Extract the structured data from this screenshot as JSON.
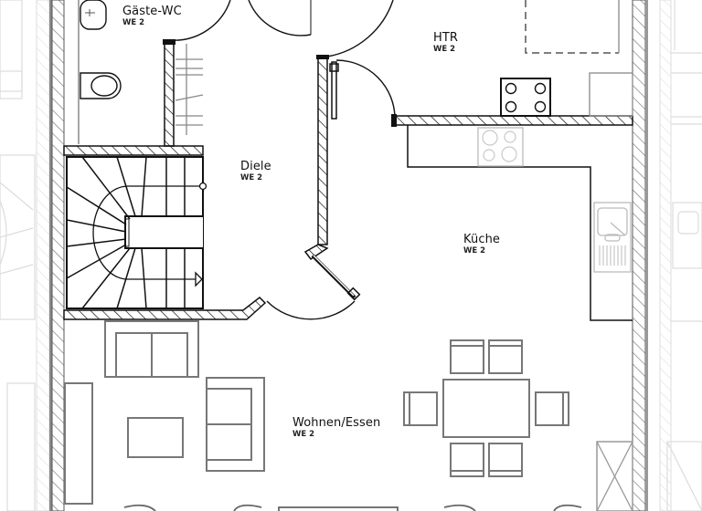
{
  "plan": {
    "type": "floor-plan",
    "unit_label": "WE 2",
    "rooms": [
      {
        "id": "gaeste-wc",
        "name": "Gäste-WC",
        "unit": "WE 2"
      },
      {
        "id": "htr",
        "name": "HTR",
        "unit": "WE 2"
      },
      {
        "id": "diele",
        "name": "Diele",
        "unit": "WE 2"
      },
      {
        "id": "kueche",
        "name": "Küche",
        "unit": "WE 2"
      },
      {
        "id": "wohnen-essen",
        "name": "Wohnen/Essen",
        "unit": "WE 2"
      }
    ],
    "fixtures": [
      "washbasin",
      "toilet",
      "staircase",
      "stove-htr",
      "cooktop-kitchen",
      "kitchen-sink",
      "sofa",
      "armchair",
      "coffee-table",
      "sideboard",
      "dining-table",
      "dining-chairs"
    ],
    "colors": {
      "wall": "#111111",
      "furniture": "#777777",
      "neighbor_ghost": "#dcdcdc",
      "background": "#ffffff"
    }
  }
}
